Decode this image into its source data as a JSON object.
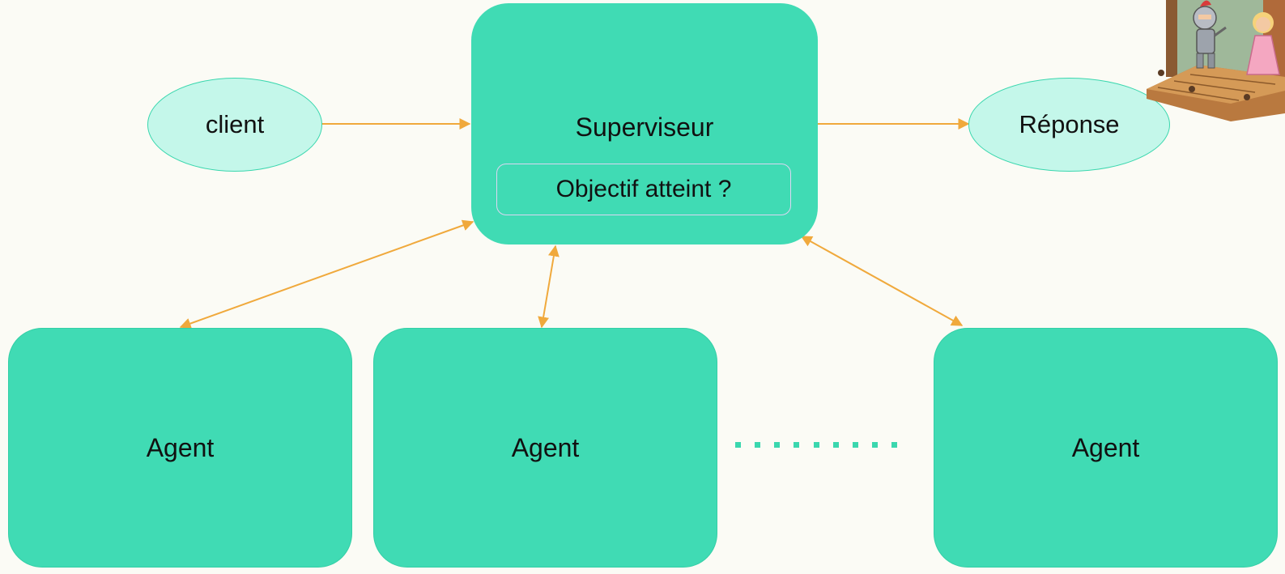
{
  "nodes": {
    "client": "client",
    "supervisor": "Superviseur",
    "goal_check": "Objectif atteint ?",
    "response": "Réponse",
    "agents": [
      "Agent",
      "Agent",
      "Agent"
    ]
  },
  "colors": {
    "background": "#fbfbf5",
    "node_fill": "#40dbb4",
    "ellipse_fill": "#c4f7ea",
    "arrow": "#f0a93c"
  },
  "illustration": {
    "icon": "knight-and-princess-puppet-stage-icon"
  }
}
